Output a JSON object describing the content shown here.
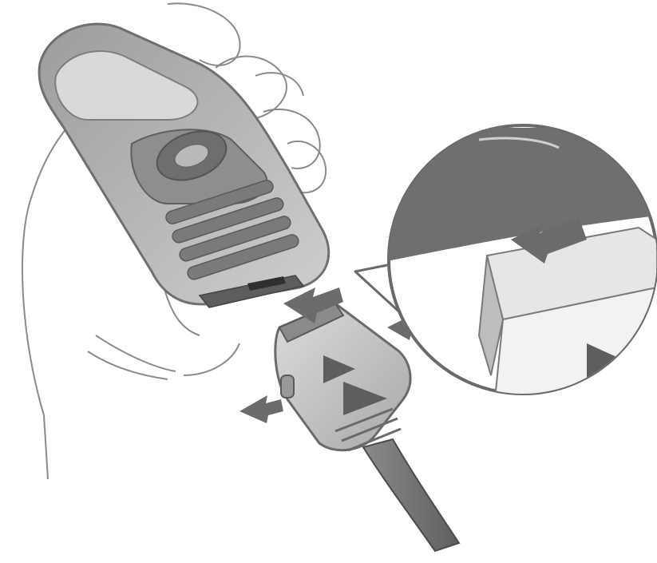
{
  "colors": {
    "background": "#ffffff",
    "outline": "#7a7a7a",
    "dark": "#6f6f6f",
    "mid": "#9a9a9a",
    "light": "#d6d6d6",
    "lighter": "#ececec"
  },
  "illustration": {
    "depicts": [
      "hand-holding-phone",
      "charger-plug",
      "insertion-arrows",
      "magnified-callout"
    ]
  }
}
